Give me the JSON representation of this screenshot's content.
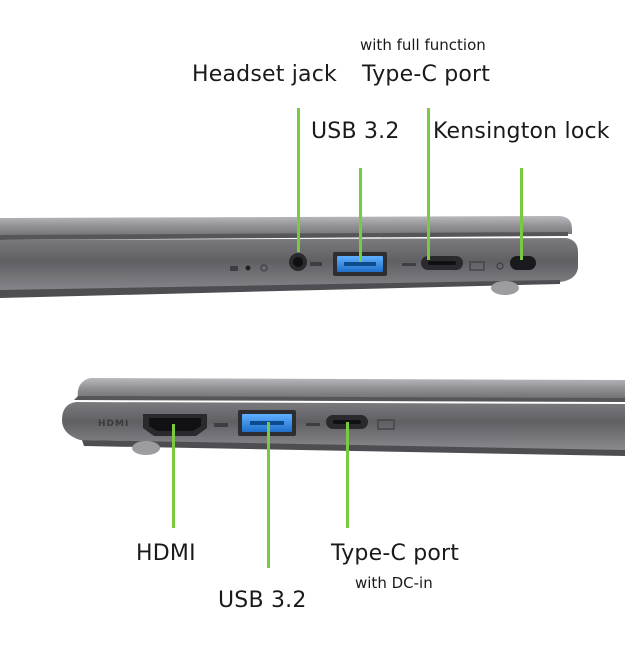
{
  "top_view": {
    "callouts": [
      {
        "id": "headset",
        "label": "Headset jack"
      },
      {
        "id": "usb",
        "label": "USB 3.2"
      },
      {
        "id": "typec",
        "sub": "with full function",
        "label": "Type-C port"
      },
      {
        "id": "kensington",
        "label": "Kensington lock"
      }
    ]
  },
  "bottom_view": {
    "port_marking": "HDMI",
    "callouts": [
      {
        "id": "hdmi",
        "label": "HDMI"
      },
      {
        "id": "usb",
        "label": "USB 3.2"
      },
      {
        "id": "typec",
        "label": "Type-C port",
        "sub": "with DC-in"
      }
    ]
  },
  "colors": {
    "leader_line": "#7ac943",
    "chassis_body": "#6c6c70",
    "chassis_lid": "#8a8a8f",
    "usb_insert": "#2a7fd4"
  }
}
